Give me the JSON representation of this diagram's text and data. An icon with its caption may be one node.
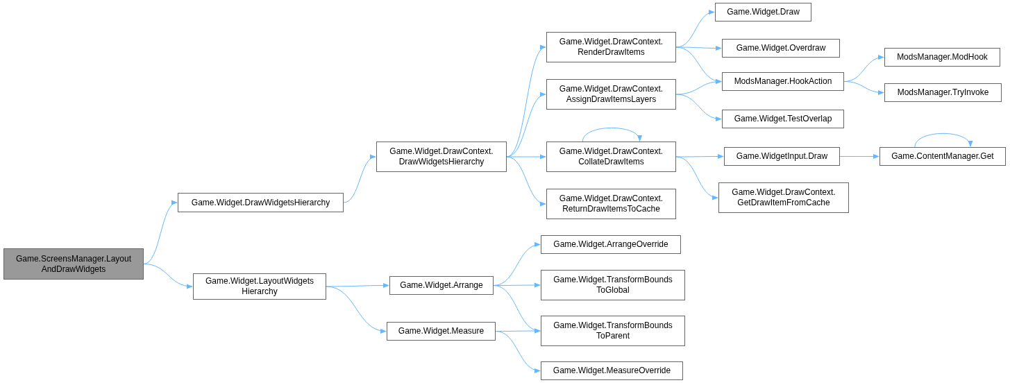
{
  "diagram": {
    "nodes": [
      {
        "text": [
          "Game.ScreensManager.Layout AndDrawWidgets"
        ]
      },
      {
        "text": [
          "Game.Widget.DrawWidgetsHierarchy"
        ]
      },
      {
        "text": [
          "Game.Widget.LayoutWidgets Hierarchy"
        ]
      },
      {
        "text": [
          "Game.Widget.DrawContext. DrawWidgetsHierarchy"
        ]
      },
      {
        "text": [
          "Game.Widget.Arrange"
        ]
      },
      {
        "text": [
          "Game.Widget.Measure"
        ]
      },
      {
        "text": [
          "Game.Widget.DrawContext. RenderDrawItems"
        ]
      },
      {
        "text": [
          "Game.Widget.DrawContext. AssignDrawItemsLayers"
        ]
      },
      {
        "text": [
          "Game.Widget.DrawContext. CollateDrawItems"
        ]
      },
      {
        "text": [
          "Game.Widget.DrawContext. ReturnDrawItemsToCache"
        ]
      },
      {
        "text": [
          "Game.Widget.ArrangeOverride"
        ]
      },
      {
        "text": [
          "Game.Widget.TransformBounds ToGlobal"
        ]
      },
      {
        "text": [
          "Game.Widget.TransformBounds ToParent"
        ]
      },
      {
        "text": [
          "Game.Widget.MeasureOverride"
        ]
      },
      {
        "text": [
          "Game.Widget.Draw"
        ]
      },
      {
        "text": [
          "Game.Widget.Overdraw"
        ]
      },
      {
        "text": [
          "ModsManager.HookAction"
        ]
      },
      {
        "text": [
          "Game.Widget.TestOverlap"
        ]
      },
      {
        "text": [
          "Game.WidgetInput.Draw"
        ]
      },
      {
        "text": [
          "Game.Widget.DrawContext. GetDrawItemFromCache"
        ]
      },
      {
        "text": [
          "ModsManager.ModHook"
        ]
      },
      {
        "text": [
          "ModsManager.TryInvoke"
        ]
      },
      {
        "text": [
          "Game.ContentManager.Get"
        ]
      }
    ],
    "edges": [
      {
        "from": 0,
        "to": 1,
        "arrow": "to"
      },
      {
        "from": 0,
        "to": 2,
        "arrow": "to"
      },
      {
        "from": 1,
        "to": 3,
        "arrow": "to"
      },
      {
        "from": 2,
        "to": 4,
        "arrow": "to"
      },
      {
        "from": 2,
        "to": 5,
        "arrow": "to"
      },
      {
        "from": 3,
        "to": 6,
        "arrow": "to"
      },
      {
        "from": 3,
        "to": 7,
        "arrow": "to"
      },
      {
        "from": 3,
        "to": 8,
        "arrow": "to"
      },
      {
        "from": 3,
        "to": 9,
        "arrow": "to"
      },
      {
        "from": 4,
        "to": 10,
        "arrow": "to"
      },
      {
        "from": 4,
        "to": 11,
        "arrow": "to"
      },
      {
        "from": 4,
        "to": 12,
        "arrow": "to"
      },
      {
        "from": 5,
        "to": 12,
        "arrow": "to"
      },
      {
        "from": 5,
        "to": 13,
        "arrow": "to"
      },
      {
        "from": 6,
        "to": 14,
        "arrow": "to"
      },
      {
        "from": 6,
        "to": 15,
        "arrow": "to"
      },
      {
        "from": 6,
        "to": 16,
        "arrow": "to"
      },
      {
        "from": 7,
        "to": 16,
        "arrow": "to"
      },
      {
        "from": 7,
        "to": 17,
        "arrow": "to"
      },
      {
        "from": 8,
        "to": 8,
        "arrow": "to"
      },
      {
        "from": 8,
        "to": 18,
        "arrow": "to"
      },
      {
        "from": 8,
        "to": 19,
        "arrow": "to"
      },
      {
        "from": 16,
        "to": 20,
        "arrow": "to"
      },
      {
        "from": 16,
        "to": 21,
        "arrow": "to"
      },
      {
        "from": 18,
        "to": 22,
        "arrow": "to"
      },
      {
        "from": 22,
        "to": 22,
        "arrow": "to"
      }
    ]
  }
}
